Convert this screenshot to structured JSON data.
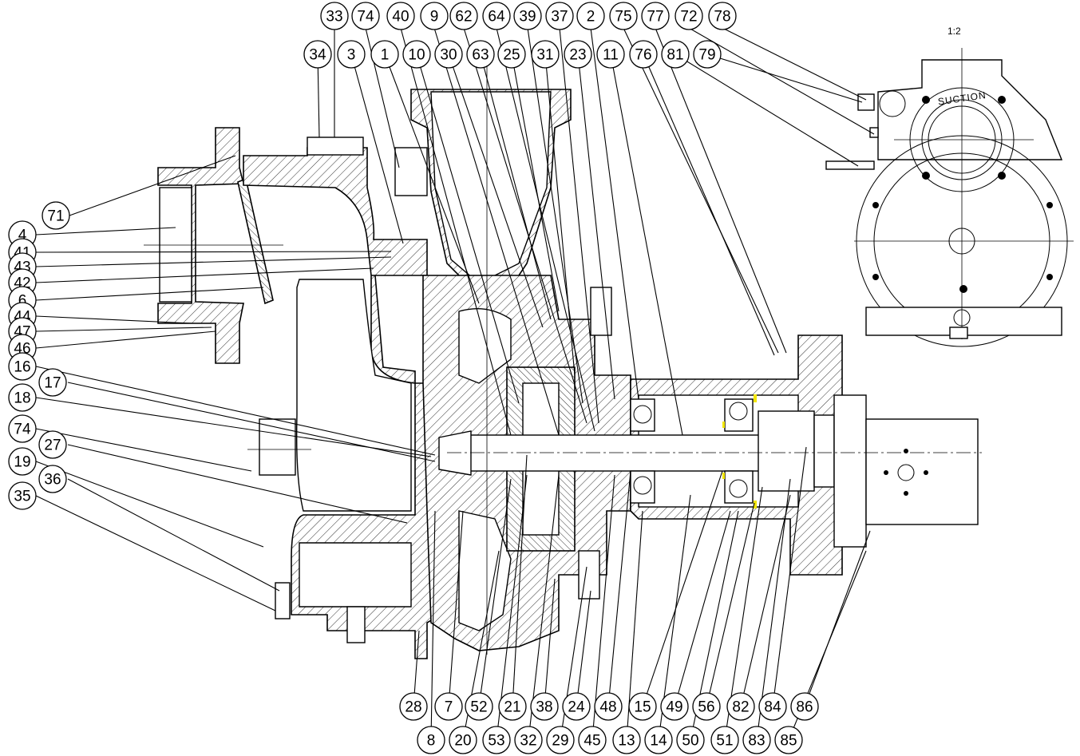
{
  "scale_label": "1:2",
  "suction_label": "SUCTION",
  "balloons": {
    "top": [
      "33",
      "74",
      "40",
      "9",
      "62",
      "64",
      "39",
      "37",
      "2",
      "75",
      "77",
      "72",
      "78"
    ],
    "top2": [
      "34",
      "3",
      "1",
      "10",
      "30",
      "63",
      "25",
      "31",
      "23",
      "11",
      "76",
      "81",
      "79"
    ],
    "left": [
      "71",
      "4",
      "41",
      "43",
      "42",
      "6",
      "44",
      "47",
      "46",
      "16",
      "17",
      "18",
      "74",
      "27",
      "19",
      "36",
      "35"
    ],
    "bottom": [
      "28",
      "7",
      "52",
      "21",
      "38",
      "24",
      "48",
      "15",
      "49",
      "56",
      "82",
      "84",
      "86"
    ],
    "bottom2": [
      "8",
      "20",
      "53",
      "32",
      "29",
      "45",
      "13",
      "14",
      "50",
      "51",
      "83",
      "85"
    ]
  },
  "colors": {
    "line": "#000000",
    "background": "#ffffff",
    "highlight": "#f2e600"
  }
}
